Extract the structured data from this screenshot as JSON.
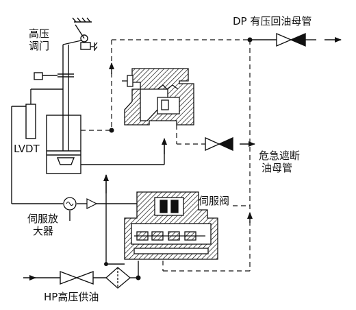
{
  "labels": {
    "hp_valve": [
      "高压",
      "调门"
    ],
    "dp": "DP 有压回油母管",
    "lvdt": "LVDT",
    "emergency": [
      "危急遮断",
      "油母管"
    ],
    "servo_valve": "伺服阀",
    "amplifier": [
      "伺服放",
      "大器"
    ],
    "hp_supply": "HP高压供油"
  },
  "colors": {
    "line": "#111111",
    "hatch": "#111111",
    "background": "#ffffff"
  }
}
